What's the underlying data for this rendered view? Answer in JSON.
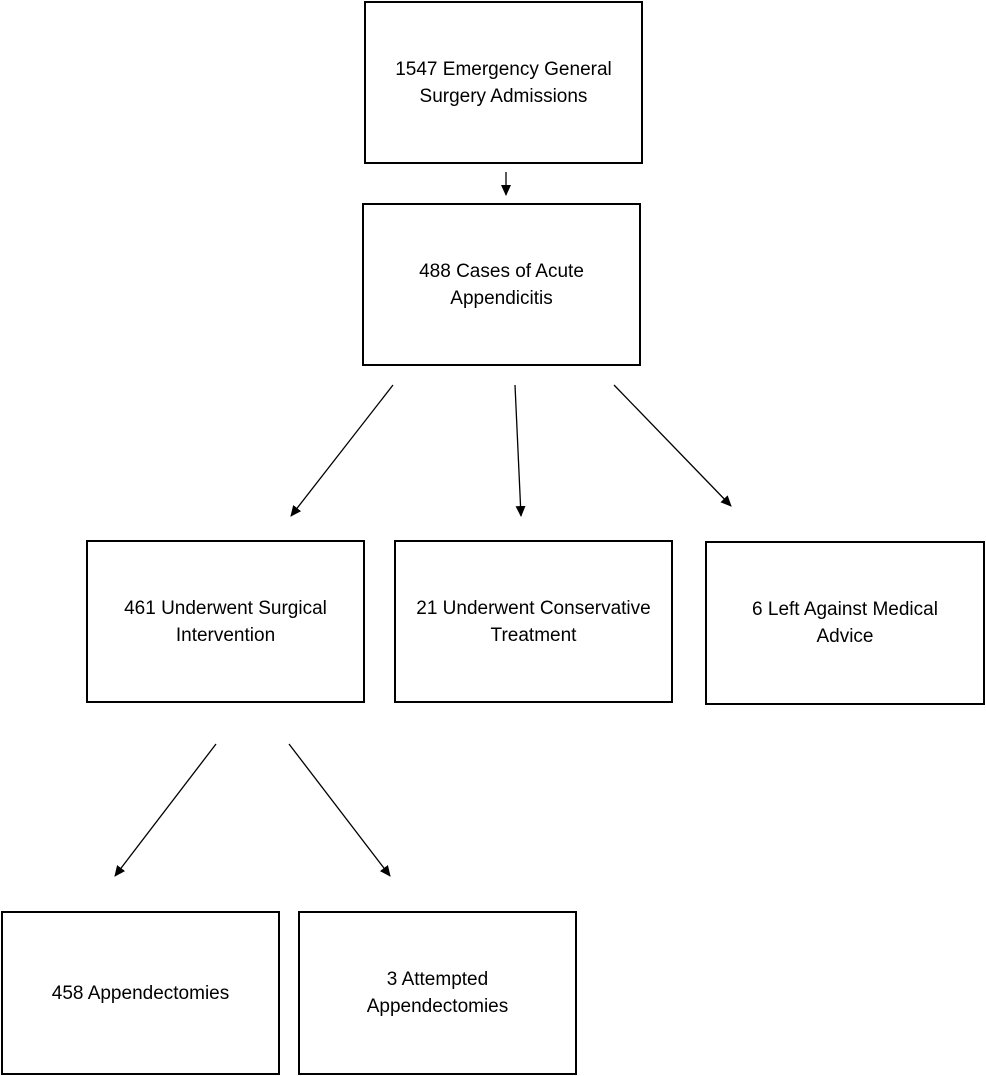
{
  "nodes": {
    "admissions": "1547 Emergency General\nSurgery Admissions",
    "appendicitis": "488 Cases of Acute\nAppendicitis",
    "surgical": "461 Underwent Surgical\nIntervention",
    "conservative": "21 Underwent Conservative\nTreatment",
    "ama": "6 Left Against Medical\nAdvice",
    "appendectomies": "458 Appendectomies",
    "attempted": "3 Attempted\nAppendectomies"
  },
  "edges": [
    {
      "from": "admissions",
      "to": "appendicitis"
    },
    {
      "from": "appendicitis",
      "to": "surgical"
    },
    {
      "from": "appendicitis",
      "to": "conservative"
    },
    {
      "from": "appendicitis",
      "to": "ama"
    },
    {
      "from": "surgical",
      "to": "appendectomies"
    },
    {
      "from": "surgical",
      "to": "attempted"
    }
  ],
  "colors": {
    "line": "#000000",
    "box_border": "#000000",
    "background": "#ffffff"
  }
}
